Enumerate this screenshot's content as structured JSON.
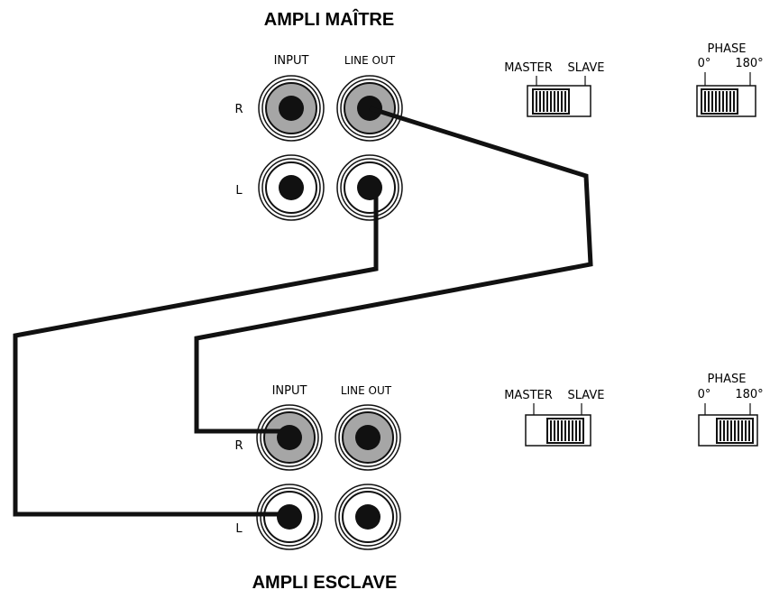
{
  "master": {
    "title": "AMPLI MAÎTRE",
    "input_label": "INPUT",
    "line_out_label": "LINE OUT",
    "row_r": "R",
    "row_l": "L",
    "mode_switch": {
      "left_label": "MASTER",
      "right_label": "SLAVE",
      "position": "MASTER"
    },
    "phase_switch": {
      "title": "PHASE",
      "left_label": "0°",
      "right_label": "180°",
      "position": "0°"
    }
  },
  "slave": {
    "title": "AMPLI ESCLAVE",
    "input_label": "INPUT",
    "line_out_label": "LINE OUT",
    "row_r": "R",
    "row_l": "L",
    "mode_switch": {
      "left_label": "MASTER",
      "right_label": "SLAVE",
      "position": "SLAVE"
    },
    "phase_switch": {
      "title": "PHASE",
      "left_label": "0°",
      "right_label": "180°",
      "position": "180°"
    }
  },
  "colors": {
    "line": "#111111",
    "jack_gray": "#a6a6a6",
    "jack_white": "#ffffff"
  },
  "connections": [
    {
      "from": "master.line_out.R",
      "to": "slave.input.R"
    },
    {
      "from": "master.line_out.L",
      "to": "slave.input.L"
    }
  ]
}
